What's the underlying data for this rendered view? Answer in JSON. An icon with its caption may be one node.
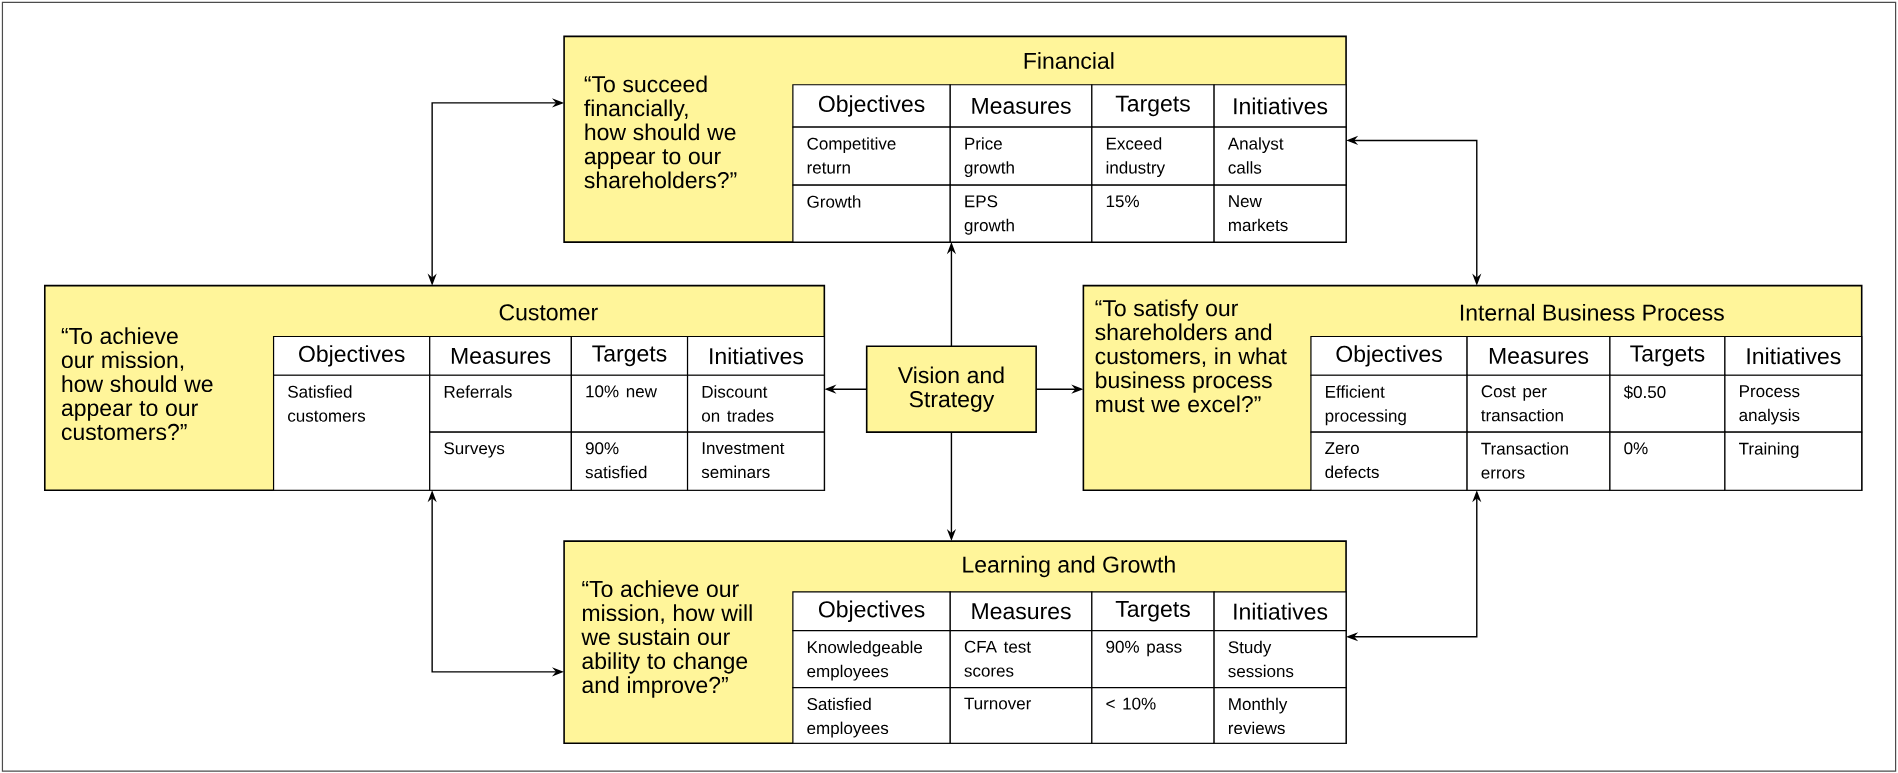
{
  "diagram": {
    "nodes": [
      {
        "text": [
          "Financial",
          "“To succeed financially, how should we appear to our shareholders?”"
        ]
      },
      {
        "text": [
          "Objectives"
        ],
        "in": 0
      },
      {
        "text": [
          "Measures"
        ],
        "in": 0
      },
      {
        "text": [
          "Targets"
        ],
        "in": 0
      },
      {
        "text": [
          "Initiatives"
        ],
        "in": 0
      },
      {
        "text": [
          "Competitive return"
        ],
        "in": 0
      },
      {
        "text": [
          "Price growth"
        ],
        "in": 0
      },
      {
        "text": [
          "Exceed industry"
        ],
        "in": 0
      },
      {
        "text": [
          "Analyst calls"
        ],
        "in": 0
      },
      {
        "text": [
          "Growth"
        ],
        "in": 0
      },
      {
        "text": [
          "EPS growth"
        ],
        "in": 0
      },
      {
        "text": [
          "15%"
        ],
        "in": 0
      },
      {
        "text": [
          "New markets"
        ],
        "in": 0
      },
      {
        "text": [
          "Customer",
          "“To achieve our mission, how should we appear to our customers?”"
        ]
      },
      {
        "text": [
          "Objectives"
        ],
        "in": 13
      },
      {
        "text": [
          "Measures"
        ],
        "in": 13
      },
      {
        "text": [
          "Targets"
        ],
        "in": 13
      },
      {
        "text": [
          "Initiatives"
        ],
        "in": 13
      },
      {
        "text": [
          "Satisfied customers"
        ],
        "in": 13
      },
      {
        "text": [
          "Referrals"
        ],
        "in": 13
      },
      {
        "text": [
          "10% new"
        ],
        "in": 13
      },
      {
        "text": [
          "Discount on trades"
        ],
        "in": 13
      },
      {
        "text": [
          "Surveys"
        ],
        "in": 13
      },
      {
        "text": [
          "90% satisfied"
        ],
        "in": 13
      },
      {
        "text": [
          "Investment seminars"
        ],
        "in": 13
      },
      {
        "text": [
          "Vision and Strategy"
        ]
      },
      {
        "text": [
          "“To satisfy our shareholders and customers, in what business process must we excel?”",
          "Internal Business Process"
        ]
      },
      {
        "text": [
          "Objectives"
        ],
        "in": 26
      },
      {
        "text": [
          "Measures"
        ],
        "in": 26
      },
      {
        "text": [
          "Targets"
        ],
        "in": 26
      },
      {
        "text": [
          "Initiatives"
        ],
        "in": 26
      },
      {
        "text": [
          "Efficient processing"
        ],
        "in": 26
      },
      {
        "text": [
          "Cost per transaction"
        ],
        "in": 26
      },
      {
        "text": [
          "$0.50"
        ],
        "in": 26
      },
      {
        "text": [
          "Process analysis"
        ],
        "in": 26
      },
      {
        "text": [
          "Zero defects"
        ],
        "in": 26
      },
      {
        "text": [
          "Transaction errors"
        ],
        "in": 26
      },
      {
        "text": [
          "0%"
        ],
        "in": 26
      },
      {
        "text": [
          "Training"
        ],
        "in": 26
      },
      {
        "text": [
          "Learning and Growth",
          "“To achieve our mission, how will we sustain our ability to change and improve?”"
        ]
      },
      {
        "text": [
          "Objectives"
        ],
        "in": 39
      },
      {
        "text": [
          "Measures"
        ],
        "in": 39
      },
      {
        "text": [
          "Targets"
        ],
        "in": 39
      },
      {
        "text": [
          "Initiatives"
        ],
        "in": 39
      },
      {
        "text": [
          "Knowledgeable employees"
        ],
        "in": 39
      },
      {
        "text": [
          "CFA test scores"
        ],
        "in": 39
      },
      {
        "text": [
          "90% pass"
        ],
        "in": 39
      },
      {
        "text": [
          "Study sessions"
        ],
        "in": 39
      },
      {
        "text": [
          "Satisfied employees"
        ],
        "in": 39
      },
      {
        "text": [
          "Turnover"
        ],
        "in": 39
      },
      {
        "text": [
          "< 10%"
        ],
        "in": 39
      },
      {
        "text": [
          "Monthly reviews"
        ],
        "in": 39
      }
    ],
    "edges": [
      {
        "from": 25,
        "to": 0,
        "arrow": "to"
      },
      {
        "from": 25,
        "to": 13,
        "arrow": "to"
      },
      {
        "from": 25,
        "to": 26,
        "arrow": "to"
      },
      {
        "from": 25,
        "to": 39,
        "arrow": "to"
      },
      {
        "from": 0,
        "to": 13,
        "arrow": "both"
      },
      {
        "from": 0,
        "to": 26,
        "arrow": "both"
      },
      {
        "from": 13,
        "to": 39,
        "arrow": "both"
      },
      {
        "from": 26,
        "to": 39,
        "arrow": "both"
      }
    ]
  }
}
